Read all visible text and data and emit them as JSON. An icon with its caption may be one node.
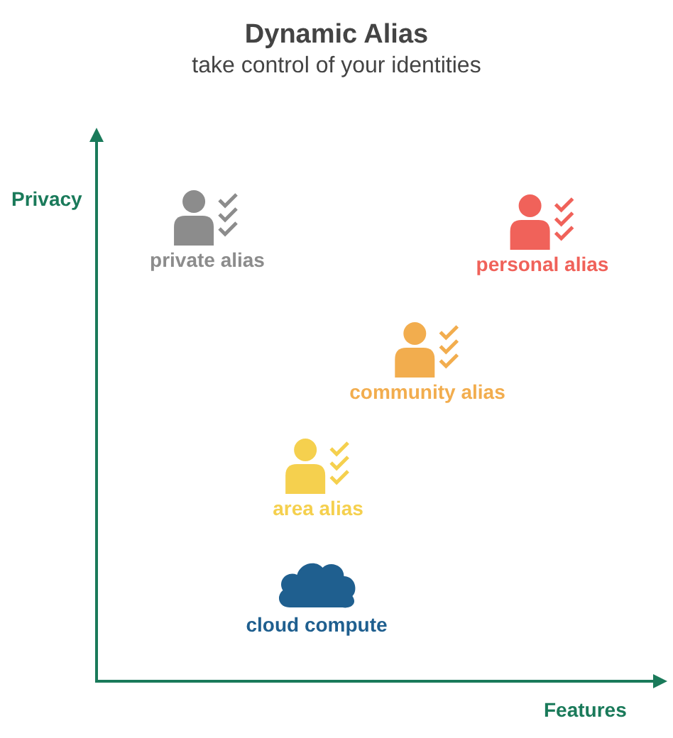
{
  "diagram": {
    "title": "Dynamic Alias",
    "nodes": [
      {
        "text": [
          "private alias"
        ]
      },
      {
        "text": [
          "personal alias"
        ]
      },
      {
        "text": [
          "community alias"
        ]
      },
      {
        "text": [
          "area alias"
        ]
      },
      {
        "text": [
          "cloud compute"
        ]
      }
    ],
    "labels": [
      "take control of your identities",
      "Privacy",
      "Features"
    ]
  }
}
